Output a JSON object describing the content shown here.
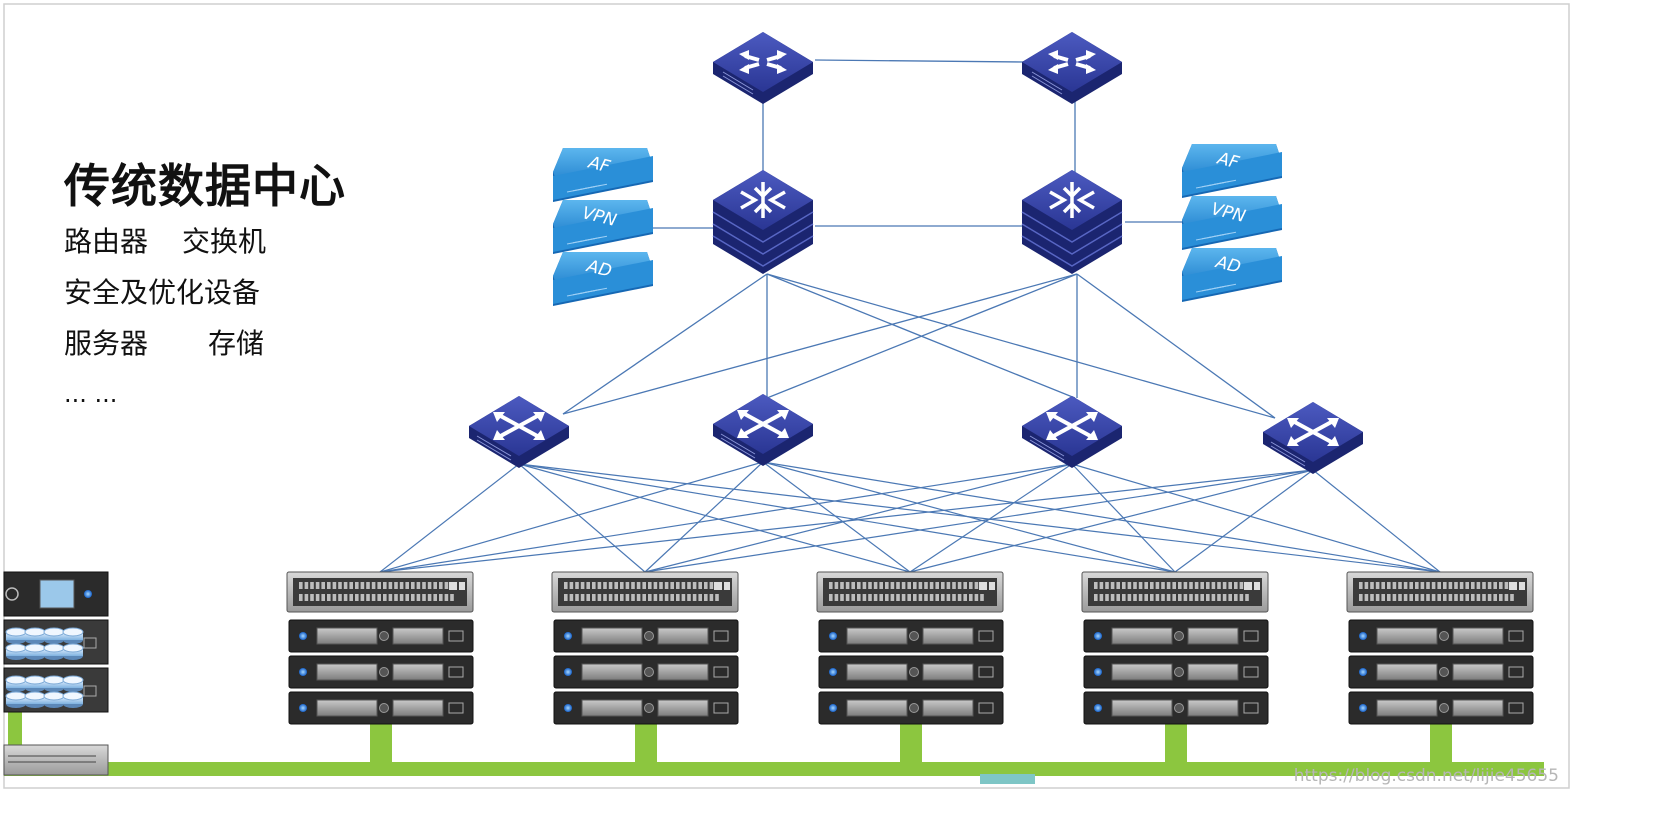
{
  "title": "传统数据中心",
  "lines": [
    {
      "a": "路由器",
      "b": "交换机"
    },
    {
      "a": "安全及优化设备",
      "b": ""
    },
    {
      "a": "服务器",
      "b": "存储"
    },
    {
      "a": "... ...",
      "b": ""
    }
  ],
  "security_labels": [
    "AF",
    "VPN",
    "AD"
  ],
  "watermark": "https://blog.csdn.net/lijie45655",
  "colors": {
    "device_blue": "#2a3694",
    "device_blue_dark": "#1b2570",
    "security_blue": "#1f86d2",
    "link_line": "#4b78b4",
    "bus_green": "#8cc63f",
    "server_dark": "#2b2b2b"
  },
  "icons": [
    "router-icon",
    "core-switch-icon",
    "access-switch-icon",
    "security-appliance-icon",
    "server-rack-icon",
    "storage-array-icon"
  ]
}
